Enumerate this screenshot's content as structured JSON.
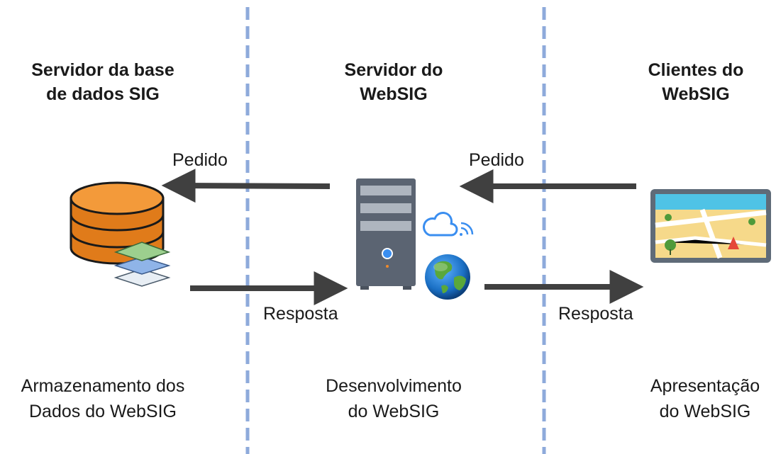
{
  "columns": [
    {
      "title": "Servidor da base\nde dados SIG",
      "description": "Armazenamento dos\nDados do WebSIG",
      "icon": "database-icon"
    },
    {
      "title": "Servidor do\nWebSIG",
      "description": "Desenvolvimento\ndo WebSIG",
      "icon": "server-icon"
    },
    {
      "title": "Clientes do\nWebSIG",
      "description": "Apresentação\ndo WebSIG",
      "icon": "map-tablet-icon"
    }
  ],
  "arrows": {
    "request_left": "Pedido",
    "response_left": "Resposta",
    "request_right": "Pedido",
    "response_right": "Resposta"
  },
  "colors": {
    "divider": "#8eaadb",
    "arrow": "#404040",
    "database": "#e07b1a",
    "server": "#5b6472",
    "map_frame": "#5f6b78"
  }
}
